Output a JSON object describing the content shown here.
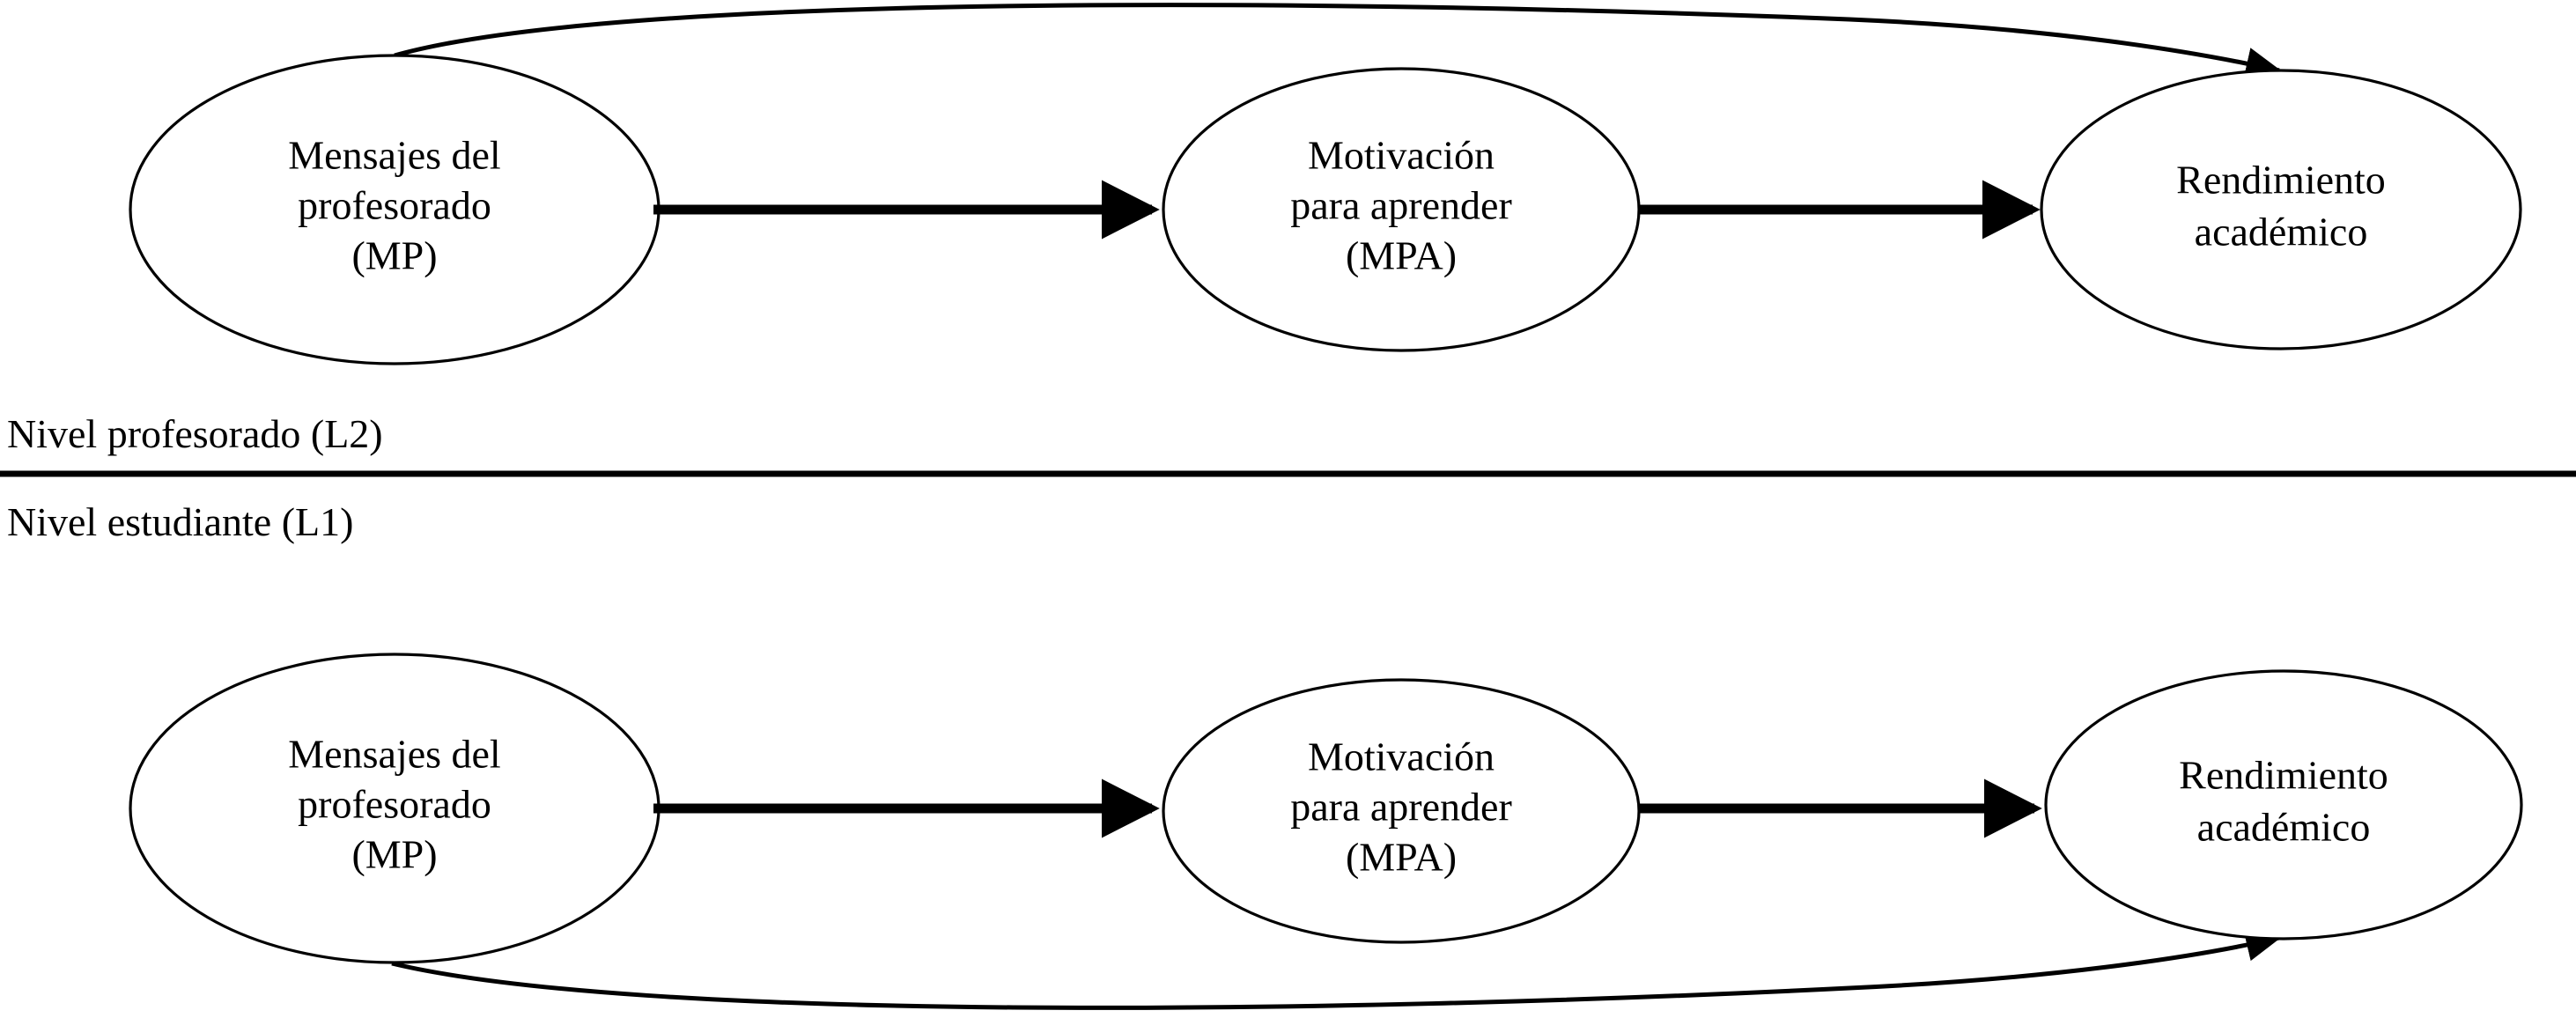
{
  "figure": {
    "type": "path-diagram",
    "description": "Two-level mediation path diagram",
    "background_color": "#ffffff",
    "stroke_color": "#000000"
  },
  "levels": [
    {
      "id": "L2",
      "label": "Nivel profesorado (L2)",
      "nodes": [
        {
          "id": "mp-l2",
          "lines": [
            "Mensajes del",
            "profesorado",
            "(MP)"
          ]
        },
        {
          "id": "mpa-l2",
          "lines": [
            "Motivación",
            "para aprender",
            "(MPA)"
          ]
        },
        {
          "id": "ra-l2",
          "lines": [
            "Rendimiento",
            "académico",
            ""
          ]
        }
      ],
      "paths": [
        {
          "id": "mp-to-mpa-l2",
          "from": "mp-l2",
          "to": "mpa-l2",
          "style": "straight-thick"
        },
        {
          "id": "mpa-to-ra-l2",
          "from": "mpa-l2",
          "to": "ra-l2",
          "style": "straight-thick"
        },
        {
          "id": "mp-to-ra-l2",
          "from": "mp-l2",
          "to": "ra-l2",
          "style": "curved-thin-above"
        }
      ]
    },
    {
      "id": "L1",
      "label": "Nivel estudiante (L1)",
      "nodes": [
        {
          "id": "mp-l1",
          "lines": [
            "Mensajes del",
            "profesorado",
            "(MP)"
          ]
        },
        {
          "id": "mpa-l1",
          "lines": [
            "Motivación",
            "para aprender",
            "(MPA)"
          ]
        },
        {
          "id": "ra-l1",
          "lines": [
            "Rendimiento",
            "académico",
            ""
          ]
        }
      ],
      "paths": [
        {
          "id": "mp-to-mpa-l1",
          "from": "mp-l1",
          "to": "mpa-l1",
          "style": "straight-thick"
        },
        {
          "id": "mpa-to-ra-l1",
          "from": "mpa-l1",
          "to": "ra-l1",
          "style": "straight-thick"
        },
        {
          "id": "mp-to-ra-l1",
          "from": "mp-l1",
          "to": "ra-l1",
          "style": "curved-thin-below"
        }
      ]
    }
  ],
  "nodes_text": {
    "mp_line1": "Mensajes del",
    "mp_line2": "profesorado",
    "mp_line3": "(MP)",
    "mpa_line1": "Motivación",
    "mpa_line2": "para aprender",
    "mpa_line3": "(MPA)",
    "ra_line1": "Rendimiento",
    "ra_line2": "académico"
  },
  "level_labels": {
    "teacher": "Nivel profesorado (L2)",
    "student": "Nivel estudiante (L1)"
  }
}
